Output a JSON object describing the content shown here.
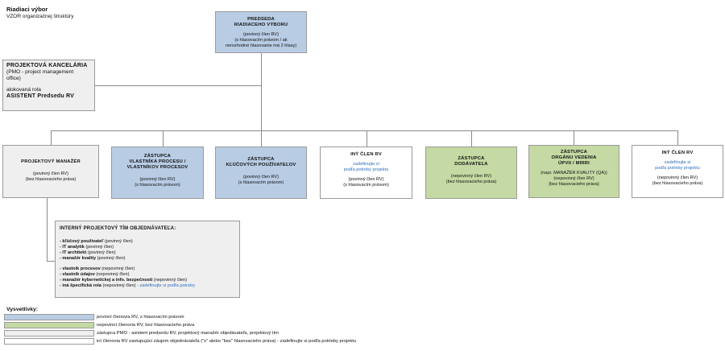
{
  "header": {
    "title": "Riadiaci výbor",
    "subtitle": "VZOR organizačnej štruktúry"
  },
  "chair": {
    "title1": "PREDSEDA",
    "title2": "RIADIACEHO VÝBORU",
    "d1": "(povinný člen RV)",
    "d2": "(s hlasovacím právom / ak",
    "d3": "nerozhodné hlasovanie má 2 hlasy)"
  },
  "pmo": {
    "title": "PROJEKTOVÁ KANCELÁRIA",
    "d1": "(PMO - project management",
    "d2": "office)",
    "d3": "alokovaná rola",
    "d4": "ASISTENT Predsedu RV"
  },
  "members": [
    {
      "title1": "PROJEKTOVÝ MANAŽÉR",
      "title2": "",
      "extra": "",
      "d1": "(povinný člen RV)",
      "d2": "(bez hlasovacieho práva)"
    },
    {
      "title1": "ZÁSTUPCA",
      "title2": "VLASTNÍKA PROCESU /",
      "title3": "VLASTNÍKOV PROCESOV",
      "d1": "(povinný člen RV)",
      "d2": "(s hlasovacím právom)"
    },
    {
      "title1": "ZÁSTUPCA",
      "title2": "KĽÚČOVÝCH POUŽÍVATEĽOV",
      "d1": "(povinný člen RV)",
      "d2": "(s hlasovacím právom)"
    },
    {
      "title1": "INÝ ČLEN RV",
      "link1": "zadefinujte si",
      "link2": "podľa potreby projektu",
      "d1": "(povinný člen RV)",
      "d2": "(s hlasovacím právom)"
    },
    {
      "title1": "ZÁSTUPCA",
      "title2": "DODÁVATEĽA",
      "d1": "(nepovinný člen RV)",
      "d2": "(bez hlasovacieho práva)"
    },
    {
      "title1": "ZÁSTUPCA",
      "title2": "ORGÁNU VEDENIA",
      "title3": "ÚPVII / MIRRI",
      "extra": "(napr. MANAŽÉR KVALITY (QA))",
      "d1": "(nepovinný člen RV)",
      "d2": "(bez hlasovacieho práva)"
    },
    {
      "title1": "INÝ ČLEN RV",
      "link1": "zadefinujte si",
      "link2": "podľa potreby projektu",
      "d1": "(nepovinný člen RV)",
      "d2": "(bez hlasovacieho práva)"
    }
  ],
  "team": {
    "title": "INTERNÝ PROJEKTOVÝ TÍM OBJEDNÁVATEĽA:",
    "items": [
      {
        "b": "- kľúčový používateľ",
        "t": " (povinný člen)",
        "l": ""
      },
      {
        "b": "- IT analytik",
        "t": " (povinný člen)",
        "l": ""
      },
      {
        "b": "- IT architekt",
        "t": " (povinný člen)",
        "l": ""
      },
      {
        "b": "- manažér kvality",
        "t": " (povinný člen)",
        "l": ""
      },
      {
        "b": "- vlastník procesov",
        "t": " (nepovinný člen)",
        "l": ""
      },
      {
        "b": "- vlastník údajov",
        "t": " (nepovinný člen)",
        "l": ""
      },
      {
        "b": "- manažér kybernetickej a info. bezpečnosti",
        "t": " (nepovinný člen)",
        "l": ""
      },
      {
        "b": "- iná špecifická rola",
        "t": " (nepovinný člen)",
        "l": " - zadefinujte si podľa potreby"
      }
    ]
  },
  "legend": {
    "title": "Vysvetlivky:",
    "items": [
      {
        "color": "#b8cce4",
        "text": "povinní členovia RV, s hlasovacím právom"
      },
      {
        "color": "#c4d9a3",
        "text": "nepovinní členovia RV, bez hlasovacieho práva"
      },
      {
        "color": "#efefef",
        "text": "zástupca PMO - asistent predsedu RV, projektový manažér objedávateľa, projektový tím"
      },
      {
        "color": "#ffffff",
        "text": "iní členovia RV zastupujúci záujem objednávateľa (\"s\" alebo \"bez\" hlasovacieho práva) - zadefinujte si podľa potrieby projektu"
      }
    ]
  }
}
